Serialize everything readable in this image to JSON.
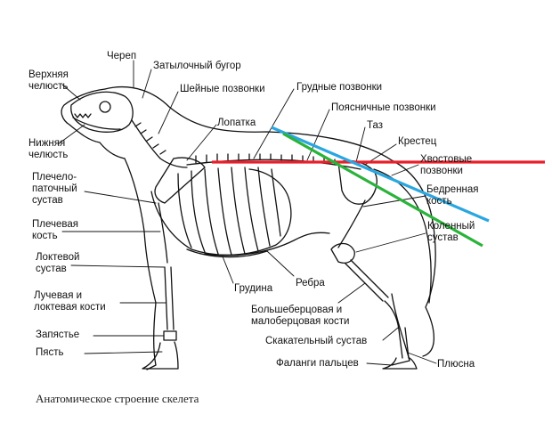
{
  "caption": "Анатомическое строение скелета",
  "labels": {
    "skull": "Череп",
    "upper_jaw": "Верхняя\nчелюсть",
    "occipital": "Затылочный бугор",
    "cervical": "Шейные позвонки",
    "thoracic": "Грудные позвонки",
    "scapula": "Лопатка",
    "lumbar": "Поясничные позвонки",
    "lower_jaw": "Нижняя\nчелюсть",
    "pelvis": "Таз",
    "sacrum": "Крестец",
    "caudal": "Хвостовые\nпозвонки",
    "shoulder_joint": "Плечело-\nпаточный\nсустав",
    "femur": "Бедренная\nкость",
    "humerus": "Плечевая\nкость",
    "stifle": "Коленный\nсустав",
    "elbow": "Локтевой\nсустав",
    "sternum": "Грудина",
    "ribs": "Ребра",
    "radius_ulna": "Лучевая и\nлоктевая кости",
    "tibia_fibula": "Большеберцовая и\nмалоберцовая кости",
    "carpus": "Запястье",
    "tarsal_joint": "Скакательный сустав",
    "metacarpus": "Пясть",
    "phalanges": "Фаланги пальцев",
    "metatarsus": "Плюсна"
  },
  "colors": {
    "red_line": "#e8202a",
    "blue_line": "#2aa6e0",
    "green_line": "#2ab33a",
    "ink": "#111111"
  }
}
